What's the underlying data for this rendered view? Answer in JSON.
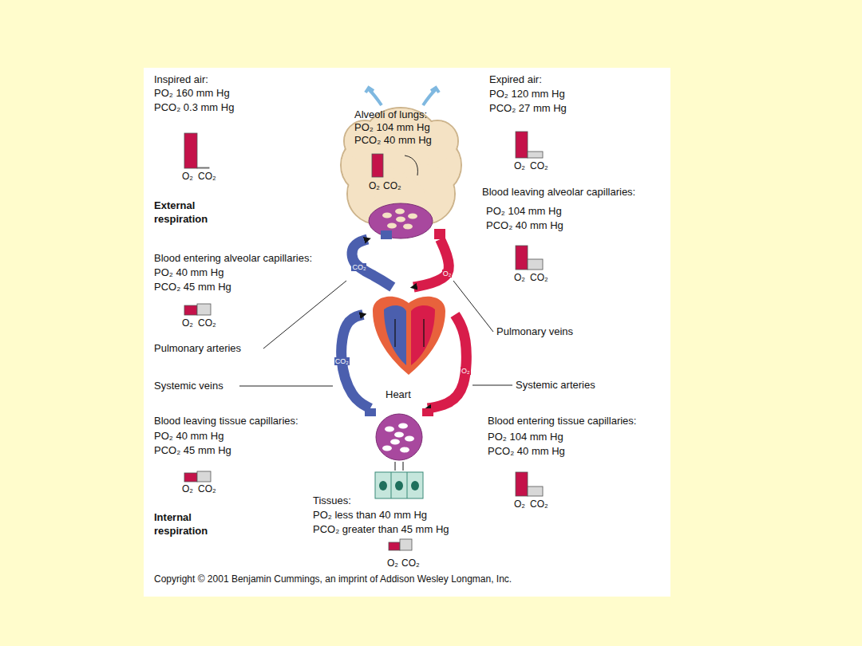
{
  "diagram": {
    "caption": "Copyright © 2001 Benjamin Cummings, an imprint of Addison Wesley Longman, Inc.",
    "nodes": [
      {
        "text": [
          "Alveoli of lungs:",
          "PO₂ 104 mm Hg",
          "PCO₂ 40 mm Hg",
          "O₂",
          "CO₂"
        ]
      },
      {
        "text": [
          "Heart"
        ]
      },
      {
        "text": [
          "Tissues:",
          "PO₂ less than 40 mm Hg",
          "PCO₂ greater than 45 mm Hg",
          "O₂",
          "CO₂"
        ]
      }
    ],
    "edges": [
      {
        "from": 0,
        "to": 1,
        "arrow": "to",
        "label": "O₂"
      },
      {
        "from": 1,
        "to": 2,
        "arrow": "to",
        "label": "O₂"
      },
      {
        "from": 2,
        "to": 1,
        "arrow": "to",
        "label": "CO₂"
      },
      {
        "from": 1,
        "to": 0,
        "arrow": "to",
        "label": "CO₂"
      }
    ],
    "labels": [
      "Inspired air:",
      "PO₂ 160 mm Hg",
      "PCO₂ 0.3 mm Hg",
      "O₂",
      "CO₂",
      "External respiration",
      "Blood entering alveolar capillaries:",
      "PO₂ 40 mm Hg",
      "PCO₂ 45 mm Hg",
      "O₂",
      "CO₂",
      "Pulmonary arteries",
      "Systemic veins",
      "Blood leaving tissue capillaries:",
      "PO₂ 40 mm Hg",
      "PCO₂ 45 mm Hg",
      "O₂",
      "CO₂",
      "Internal respiration",
      "Expired air:",
      "PO₂ 120 mm Hg",
      "PCO₂ 27 mm Hg",
      "O₂",
      "CO₂",
      "Blood leaving alveolar capillaries:",
      "PO₂ 104 mm Hg",
      "PCO₂ 40 mm Hg",
      "O₂",
      "CO₂",
      "Pulmonary veins",
      "Systemic arteries",
      "Blood entering tissue capillaries:",
      "PO₂ 104 mm Hg",
      "PCO₂ 40 mm Hg",
      "O₂",
      "CO₂"
    ]
  }
}
